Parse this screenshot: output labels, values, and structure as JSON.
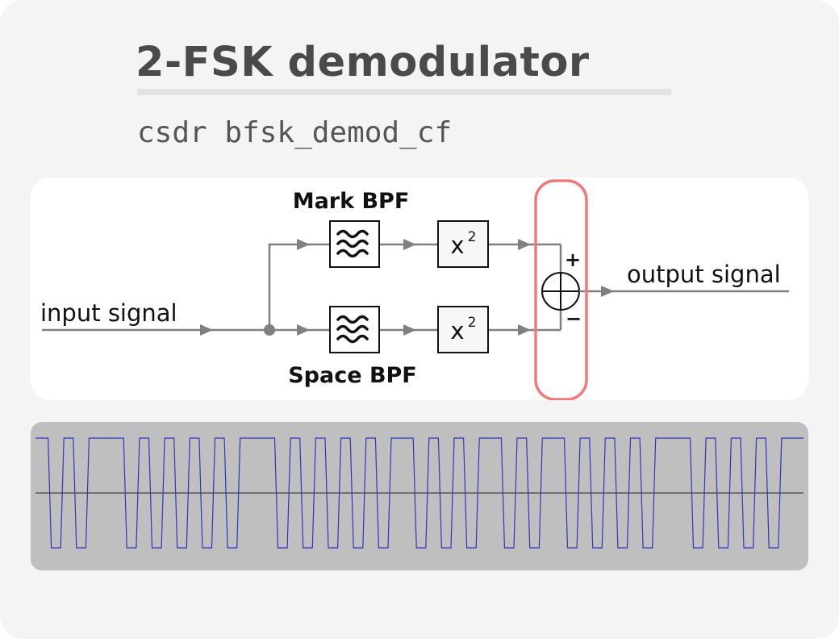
{
  "title": "2-FSK demodulator",
  "subtitle": "csdr bfsk_demod_cf",
  "diagram": {
    "input_label": "input signal",
    "output_label": "output signal",
    "mark_label": "Mark BPF",
    "space_label": "Space BPF",
    "square_base": "x",
    "square_exp": "2",
    "plus_sign": "+",
    "minus_sign": "−"
  },
  "colors": {
    "card": "#f4f4f4",
    "wire": "#808080",
    "highlight": "#f07a7a",
    "scope_bg": "#bfbfbf",
    "trace": "#3333bb",
    "baseline": "#222222"
  },
  "chart_data": {
    "type": "line",
    "description_only": false,
    "series": [
      {
        "values": [
          1,
          -1,
          1,
          -1,
          1,
          1,
          1,
          -1,
          1,
          -1,
          1,
          -1,
          1,
          -1,
          1,
          -1,
          1,
          1,
          1,
          -1,
          1,
          -1,
          1,
          -1,
          1,
          -1,
          1,
          -1,
          1,
          1,
          -1,
          1,
          -1,
          1,
          -1,
          1,
          1,
          -1,
          1,
          -1,
          1,
          1,
          -1,
          1,
          -1,
          1,
          -1,
          1,
          -1,
          1,
          1,
          1,
          -1,
          1,
          -1,
          1,
          -1,
          1,
          -1,
          1,
          1
        ]
      }
    ],
    "ylim": [
      -1.3,
      1.3
    ],
    "grid": false
  }
}
